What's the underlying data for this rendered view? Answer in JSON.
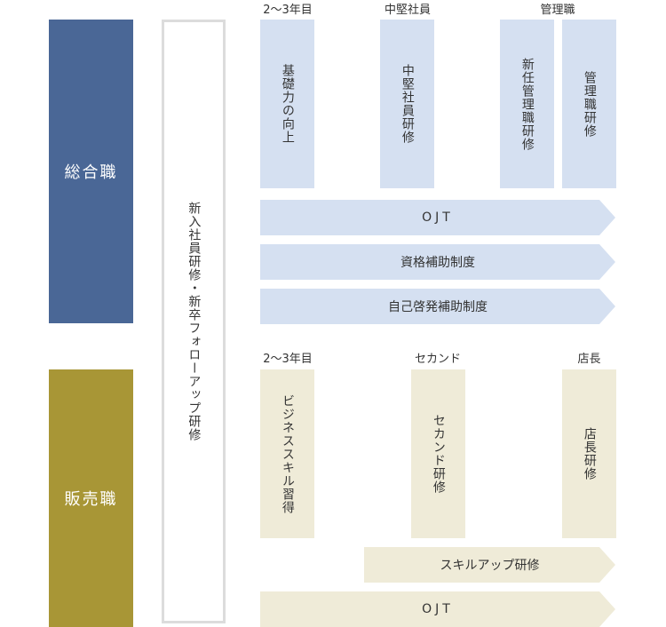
{
  "categories": {
    "sogo": "総合職",
    "hanbai": "販売職"
  },
  "new_hire_training": "新入社員研修・新卒フォローアップ研修",
  "sogo": {
    "headers": {
      "level1": "2〜3年目",
      "level2": "中堅社員",
      "level3": "管理職"
    },
    "boxes": {
      "b1": "基礎力の向上",
      "b2": "中堅社員研修",
      "b3": "新任管理職研修",
      "b4": "管理職研修"
    },
    "arrows": {
      "a1": "OJT",
      "a2": "資格補助制度",
      "a3": "自己啓発補助制度"
    }
  },
  "hanbai": {
    "headers": {
      "level1": "2〜3年目",
      "level2": "セカンド",
      "level3": "店長"
    },
    "boxes": {
      "b1": "ビジネススキル習得",
      "b2": "セカンド研修",
      "b3": "店長研修"
    },
    "arrows": {
      "a1": "スキルアップ研修",
      "a2": "OJT"
    }
  },
  "colors": {
    "sogo": "#4a6796",
    "hanbai": "#a89636",
    "sogo_light": "#d5e0f1",
    "hanbai_light": "#efebd8"
  }
}
